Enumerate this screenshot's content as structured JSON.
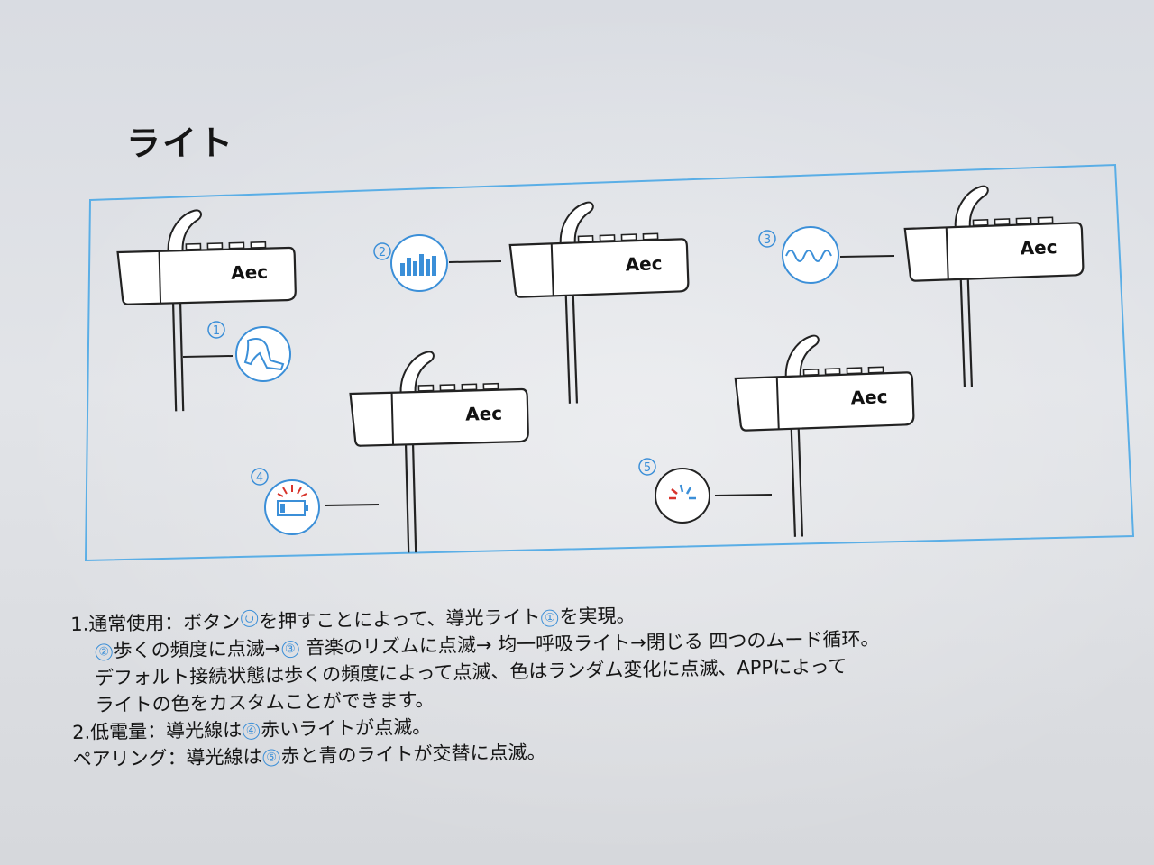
{
  "title": "ライト",
  "diagram": {
    "device_brand": "Aec",
    "labels": [
      "1",
      "2",
      "3",
      "4",
      "5"
    ],
    "frame_color": "#5aaee6",
    "accent_blue": "#3b8fd8",
    "accent_red": "#d8342c",
    "icons": [
      "walking-leg-icon",
      "equalizer-icon",
      "breathing-wave-icon",
      "low-battery-icon",
      "red-blue-flash-icon"
    ]
  },
  "text": {
    "line1": {
      "a": "1.通常使用：ボタン",
      "b": "を押すことによって、導光ライト",
      "c": "①",
      "d": "を実現。"
    },
    "line2": {
      "a": "②",
      "b": "歩くの頻度に点滅→",
      "c": "③",
      "d": " 音楽のリズムに点滅→ 均一呼吸ライト→閉じる 四つのムード循环。"
    },
    "line3": "デフォルト接続状態は歩くの頻度によって点滅、色はランダム変化に点滅、APPによって",
    "line4": "ライトの色をカスタムことができます。",
    "line5": {
      "a": "2.低電量：導光線は",
      "b": "④",
      "c": "赤いライトが点滅。"
    },
    "line6": {
      "a": "ペアリング：導光線は",
      "b": "⑤",
      "c": "赤と青のライトが交替に点滅。"
    }
  }
}
